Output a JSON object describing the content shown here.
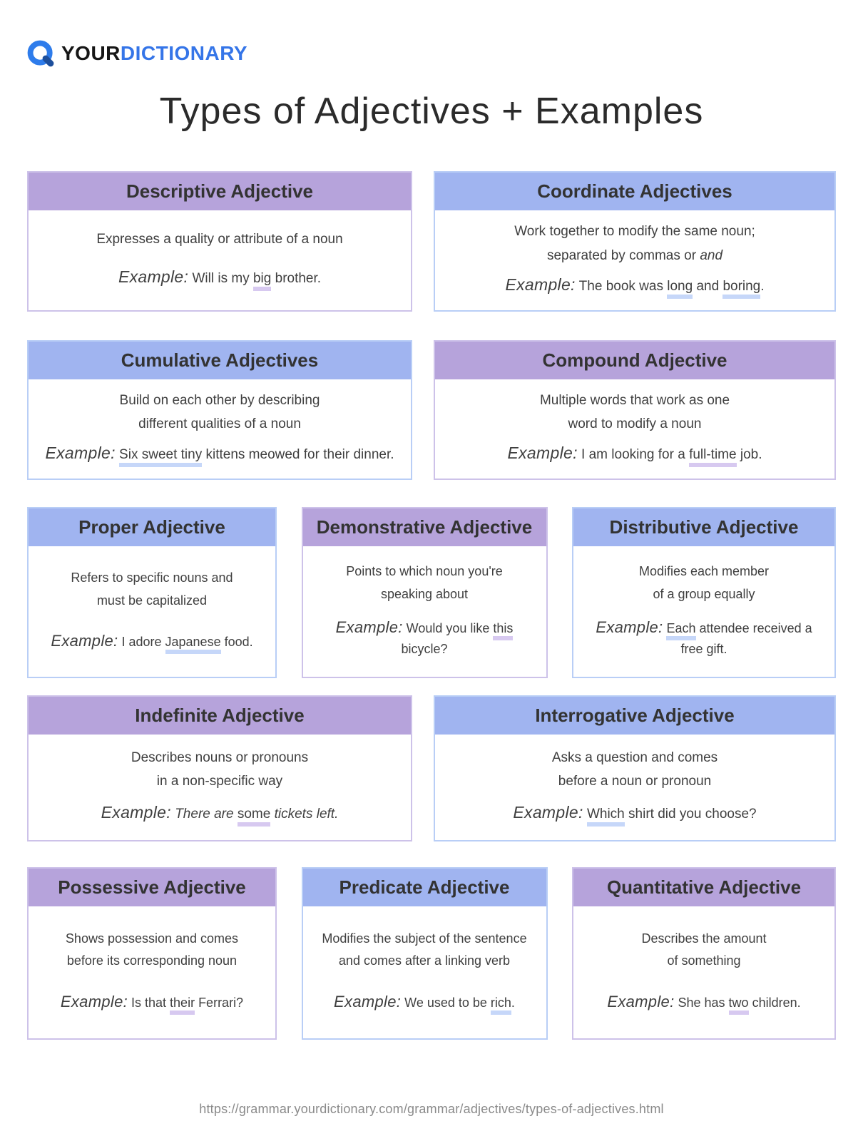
{
  "logo": {
    "icon": "yourdictionary-q-icon",
    "your": "YOUR",
    "dictionary": "DICTIONARY",
    "brand_blue": "#3575e8",
    "icon_ring_blue": "#2e7ceb",
    "icon_tail_navy": "#1d4f9c"
  },
  "title": "Types of Adjectives + Examples",
  "footer_url": "https://grammar.yourdictionary.com/grammar/adjectives/types-of-adjectives.html",
  "colors": {
    "purple_header": "#b6a3db",
    "purple_border": "#cdc2e9",
    "purple_underline": "#d7c9f0",
    "blue_header": "#a0b4f0",
    "blue_border": "#b9cef6",
    "blue_underline": "#c6d7f9"
  },
  "cards": [
    {
      "title": "Descriptive Adjective",
      "theme": "purple",
      "description": [
        [
          {
            "t": "Expresses a quality or attribute of a noun"
          }
        ]
      ],
      "example": [
        {
          "t": "Example:",
          "s": "label"
        },
        {
          "t": " Will is my "
        },
        {
          "t": "big",
          "s": "u"
        },
        {
          "t": " brother."
        }
      ]
    },
    {
      "title": "Coordinate Adjectives",
      "theme": "blue",
      "description": [
        [
          {
            "t": "Work together to modify the same noun;"
          }
        ],
        [
          {
            "t": "separated by commas or "
          },
          {
            "t": "and",
            "s": "i"
          }
        ]
      ],
      "example": [
        {
          "t": "Example:",
          "s": "label"
        },
        {
          "t": " The book was "
        },
        {
          "t": "long",
          "s": "u"
        },
        {
          "t": " and "
        },
        {
          "t": "boring",
          "s": "u"
        },
        {
          "t": "."
        }
      ]
    },
    {
      "title": "Cumulative Adjectives",
      "theme": "blue",
      "description": [
        [
          {
            "t": "Build on each other by describing"
          }
        ],
        [
          {
            "t": "different qualities of a noun"
          }
        ]
      ],
      "example": [
        {
          "t": "Example:",
          "s": "label"
        },
        {
          "t": " "
        },
        {
          "t": "Six sweet tiny",
          "s": "u"
        },
        {
          "t": " kittens meowed for their dinner."
        }
      ]
    },
    {
      "title": "Compound Adjective",
      "theme": "purple",
      "description": [
        [
          {
            "t": "Multiple words that work as one"
          }
        ],
        [
          {
            "t": "word to modify a noun"
          }
        ]
      ],
      "example": [
        {
          "t": "Example:",
          "s": "label"
        },
        {
          "t": " I am looking for a "
        },
        {
          "t": "full-time",
          "s": "u"
        },
        {
          "t": " job."
        }
      ]
    },
    {
      "title": "Proper Adjective",
      "theme": "blue",
      "description": [
        [
          {
            "t": "Refers to specific nouns and"
          }
        ],
        [
          {
            "t": "must be capitalized"
          }
        ]
      ],
      "example": [
        {
          "t": "Example:",
          "s": "label"
        },
        {
          "t": " I adore "
        },
        {
          "t": "Japanese",
          "s": "u"
        },
        {
          "t": " food."
        }
      ]
    },
    {
      "title": "Demonstrative Adjective",
      "theme": "purple",
      "description": [
        [
          {
            "t": "Points to which noun you're"
          }
        ],
        [
          {
            "t": "speaking about"
          }
        ]
      ],
      "example": [
        {
          "t": "Example:",
          "s": "label"
        },
        {
          "t": " Would you like "
        },
        {
          "t": "this",
          "s": "u"
        },
        {
          "t": " bicycle?"
        }
      ]
    },
    {
      "title": "Distributive Adjective",
      "theme": "blue",
      "description": [
        [
          {
            "t": "Modifies each member"
          }
        ],
        [
          {
            "t": "of a group equally"
          }
        ]
      ],
      "example": [
        {
          "t": "Example:",
          "s": "label"
        },
        {
          "t": " "
        },
        {
          "t": "Each",
          "s": "u"
        },
        {
          "t": " attendee received a free gift."
        }
      ]
    },
    {
      "title": "Indefinite Adjective",
      "theme": "purple",
      "description": [
        [
          {
            "t": "Describes nouns or pronouns"
          }
        ],
        [
          {
            "t": "in a non-specific way"
          }
        ]
      ],
      "example": [
        {
          "t": "Example:",
          "s": "label"
        },
        {
          "t": " "
        },
        {
          "t": "There are ",
          "s": "i"
        },
        {
          "t": "some",
          "s": "u"
        },
        {
          "t": " "
        },
        {
          "t": "tickets left.",
          "s": "i"
        }
      ]
    },
    {
      "title": "Interrogative Adjective",
      "theme": "blue",
      "description": [
        [
          {
            "t": "Asks a question and comes"
          }
        ],
        [
          {
            "t": "before a noun or pronoun"
          }
        ]
      ],
      "example": [
        {
          "t": "Example:",
          "s": "label"
        },
        {
          "t": " "
        },
        {
          "t": "Which",
          "s": "u"
        },
        {
          "t": " shirt did you choose?"
        }
      ]
    },
    {
      "title": "Possessive Adjective",
      "theme": "purple",
      "description": [
        [
          {
            "t": "Shows possession and comes"
          }
        ],
        [
          {
            "t": "before its corresponding noun"
          }
        ]
      ],
      "example": [
        {
          "t": "Example:",
          "s": "label"
        },
        {
          "t": " Is that "
        },
        {
          "t": "their",
          "s": "u"
        },
        {
          "t": " Ferrari?"
        }
      ]
    },
    {
      "title": "Predicate Adjective",
      "theme": "blue",
      "description": [
        [
          {
            "t": "Modifies the subject of the sentence"
          }
        ],
        [
          {
            "t": "and comes after a linking verb"
          }
        ]
      ],
      "example": [
        {
          "t": "Example:",
          "s": "label"
        },
        {
          "t": " We used to be "
        },
        {
          "t": "rich",
          "s": "u"
        },
        {
          "t": "."
        }
      ]
    },
    {
      "title": "Quantitative Adjective",
      "theme": "purple",
      "description": [
        [
          {
            "t": "Describes the amount"
          }
        ],
        [
          {
            "t": "of something"
          }
        ]
      ],
      "example": [
        {
          "t": "Example:",
          "s": "label"
        },
        {
          "t": " She has "
        },
        {
          "t": "two",
          "s": "u"
        },
        {
          "t": " children."
        }
      ]
    }
  ]
}
